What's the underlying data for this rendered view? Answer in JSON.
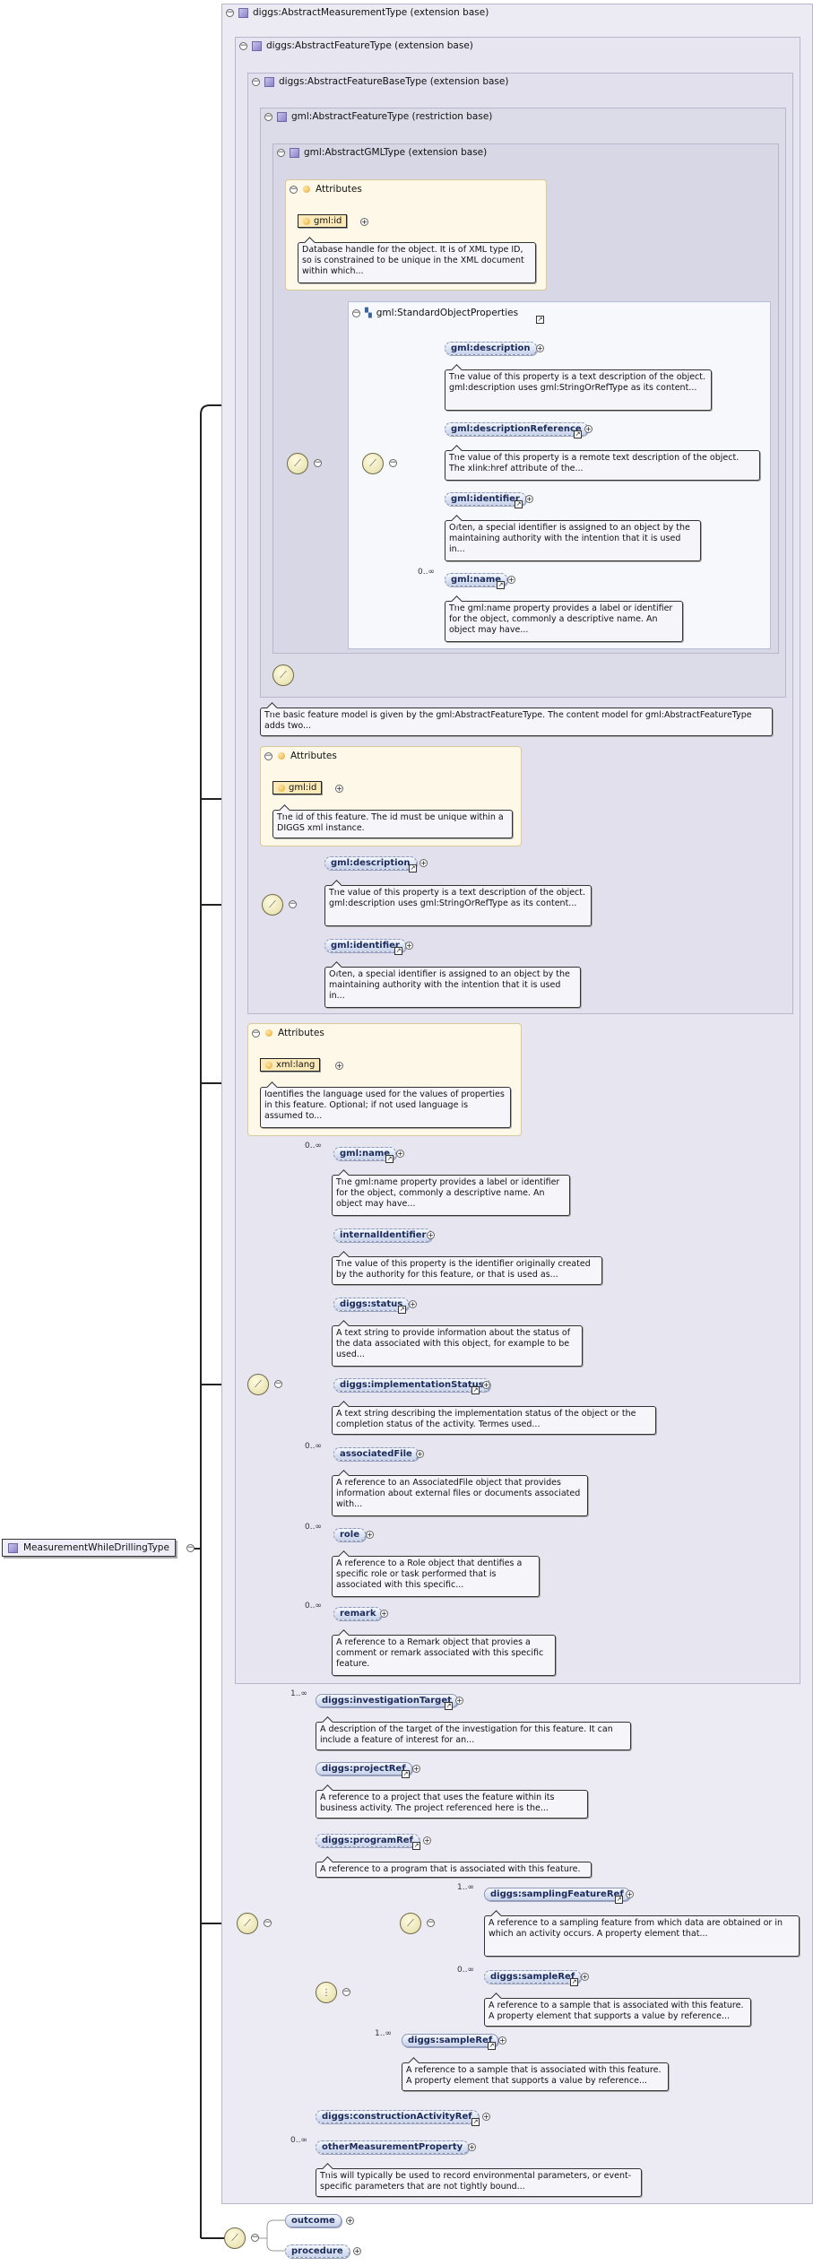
{
  "root": {
    "label": "MeasurementWhileDrillingType"
  },
  "extensions": {
    "diggs_abstract_measurement": "diggs:AbstractMeasurementType (extension base)",
    "diggs_abstract_feature": "diggs:AbstractFeatureType (extension base)",
    "diggs_abstract_feature_base": "diggs:AbstractFeatureBaseType (extension base)",
    "gml_abstract_feature": "gml:AbstractFeatureType (restriction base)",
    "gml_abstract_gml": "gml:AbstractGMLType (extension base)"
  },
  "attributes_label": "Attributes",
  "gml_attrs": {
    "name": "gml:id",
    "doc": "Database handle for the object. It is of XML type ID, so is constrained to be unique in the XML document within which..."
  },
  "standard_props": {
    "label": "gml:StandardObjectProperties"
  },
  "std_elements": [
    {
      "name": "gml:description",
      "doc": "The value of this property is a text description of the object. gml:description uses gml:StringOrRefType as its content..."
    },
    {
      "name": "gml:descriptionReference",
      "doc": "The value of this property is a remote text description of the object. The xlink:href attribute of the..."
    },
    {
      "name": "gml:identifier",
      "doc": "Often, a special identifier is assigned to an object by the maintaining authority with the intention that it is used in..."
    },
    {
      "name": "gml:name",
      "mult": "0..∞",
      "doc": "The gml:name property provides a label or identifier for the object, commonly a descriptive name. An object may have..."
    }
  ],
  "feature_doc": "The basic feature model is given by the gml:AbstractFeatureType. The content model for gml:AbstractFeatureType adds two...",
  "base_attrs": {
    "name": "gml:id",
    "doc": "The id of this feature. The id must be unique within a DIGGS xml instance."
  },
  "base_elements": [
    {
      "name": "gml:description",
      "doc": "The value of this property is a text description of the object. gml:description uses gml:StringOrRefType as its content..."
    },
    {
      "name": "gml:identifier",
      "doc": "Often, a special identifier is assigned to an object by the maintaining authority with the intention that it is used in..."
    }
  ],
  "feature_attrs": {
    "name": "xml:lang",
    "doc": "Identifies the language used for the values of properties in this feature. Optional; if not used language is assumed to..."
  },
  "feature_elements": [
    {
      "name": "gml:name",
      "mult": "0..∞",
      "doc": "The gml:name property provides a label or identifier for the object, commonly a descriptive name. An object may have..."
    },
    {
      "name": "internalIdentifier",
      "doc": "The value of this property is the identifier originally created by the authority for this feature, or that is used as..."
    },
    {
      "name": "diggs:status",
      "doc": "A text string to provide information about the status of the data associated with this object, for example to be used..."
    },
    {
      "name": "diggs:implementationStatus",
      "doc": "A text string describing the implementation status of the object or the completion status of the activity. Termes used..."
    },
    {
      "name": "associatedFile",
      "mult": "0..∞",
      "doc": "A reference to an AssociatedFile object that provides information about external files or documents associated with..."
    },
    {
      "name": "role",
      "mult": "0..∞",
      "doc": "A reference to a Role object that dentifies a specific role or task performed that is associated with this specific..."
    },
    {
      "name": "remark",
      "mult": "0..∞",
      "doc": "A reference to a Remark object that provies a comment or remark associated with this specific feature."
    }
  ],
  "measurement_elements": [
    {
      "name": "diggs:investigationTarget",
      "mult": "1..∞",
      "doc": "A description of the target of the investigation for this feature. It can include a feature of interest for an..."
    },
    {
      "name": "diggs:projectRef",
      "doc": "A reference to a project that uses the feature within its business activity. The project referenced here is the..."
    },
    {
      "name": "diggs:programRef",
      "doc": "A reference to a program that is associated with this feature."
    }
  ],
  "sampling": [
    {
      "name": "diggs:samplingFeatureRef",
      "mult": "1..∞",
      "doc": "A reference to a sampling feature from which data are obtained or in which an activity occurs. A property element that..."
    },
    {
      "name": "diggs:sampleRef",
      "mult": "0..∞",
      "doc": "A reference to a sample that is associated with this feature. A property element that supports a value by reference..."
    }
  ],
  "sample_ref2": {
    "name": "diggs:sampleRef",
    "mult": "1..∞",
    "doc": "A reference to a sample that is associated with this feature. A property element that supports a value by reference..."
  },
  "construction": {
    "name": "diggs:constructionActivityRef"
  },
  "other_measurement": {
    "name": "otherMeasurementProperty",
    "mult": "0..∞",
    "doc": "This will typically be used to record environmental parameters, or event-specific parameters that are not tightly bound..."
  },
  "tail": [
    {
      "name": "outcome"
    },
    {
      "name": "procedure"
    }
  ]
}
